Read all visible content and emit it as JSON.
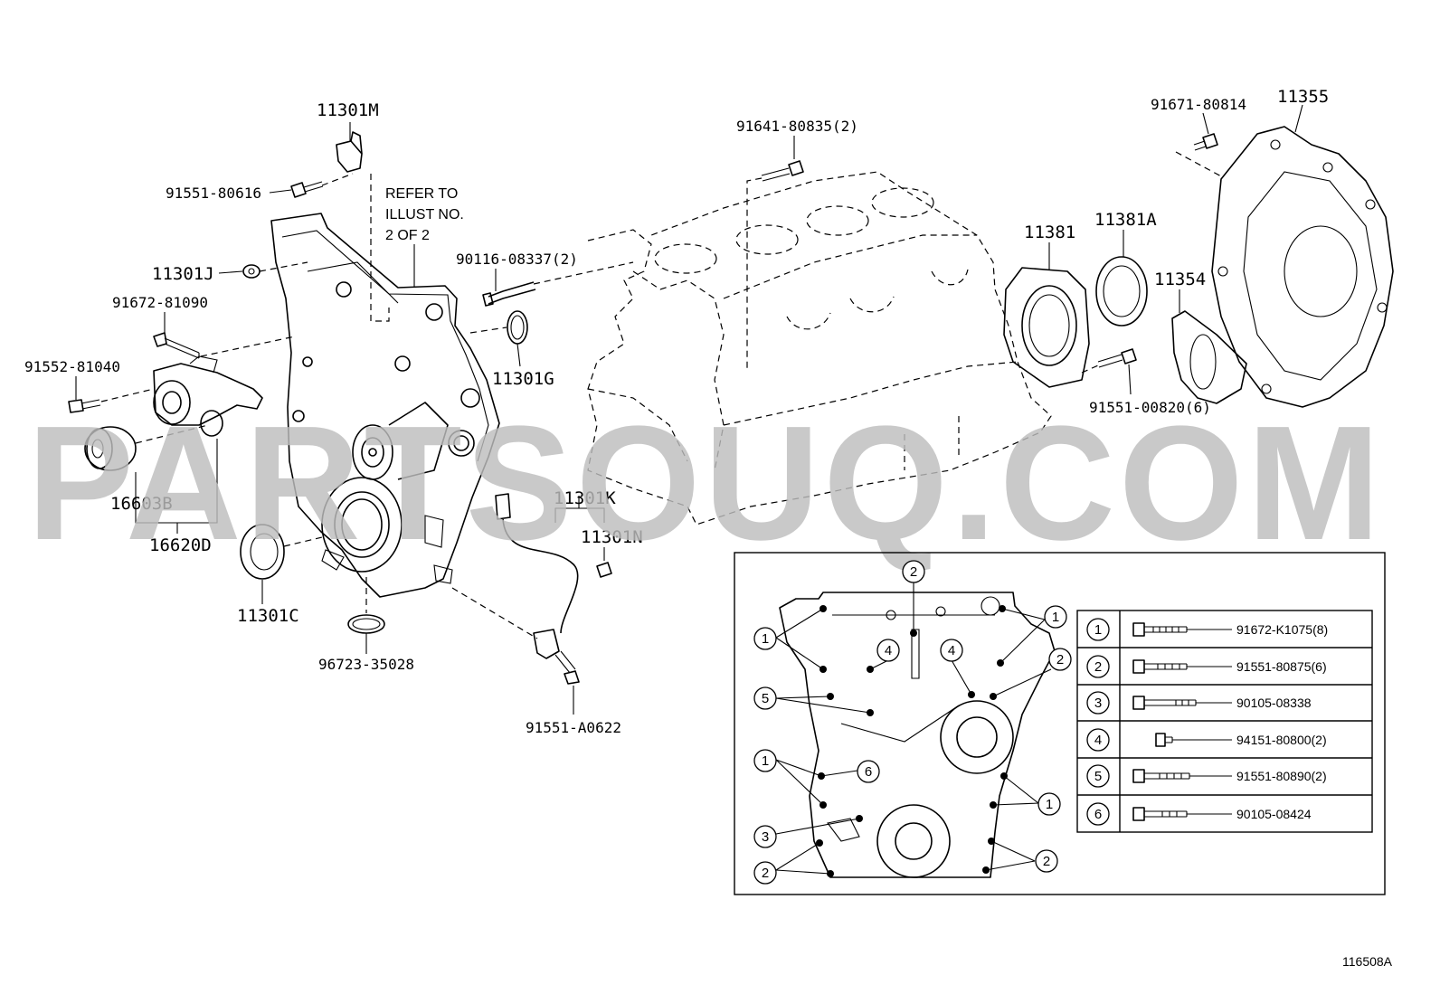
{
  "labels": {
    "p11301M": "11301M",
    "p91551_80616": "91551-80616",
    "refer_note": [
      "REFER TO",
      "ILLUST NO.",
      "2 OF 2"
    ],
    "p11301J": "11301J",
    "p91672_81090": "91672-81090",
    "p91552_81040": "91552-81040",
    "p16603B": "16603B",
    "p16620D": "16620D",
    "p11301C": "11301C",
    "p96723_35028": "96723-35028",
    "p90116_08337": "90116-08337(2)",
    "p11301G": "11301G",
    "p91641_80835": "91641-80835(2)",
    "p11301K": "11301K",
    "p11301N": "11301N",
    "p91551_A0622": "91551-A0622",
    "p11381": "11381",
    "p11381A": "11381A",
    "p11354": "11354",
    "p91551_00820": "91551-00820(6)",
    "p91671_80814": "91671-80814",
    "p11355": "11355"
  },
  "watermark": "PARTSOUQ.COM",
  "bolt_table": [
    {
      "key": "1",
      "part": "91672-K1075(8)"
    },
    {
      "key": "2",
      "part": "91551-80875(6)"
    },
    {
      "key": "3",
      "part": "90105-08338"
    },
    {
      "key": "4",
      "part": "94151-80800(2)"
    },
    {
      "key": "5",
      "part": "91551-80890(2)"
    },
    {
      "key": "6",
      "part": "90105-08424"
    }
  ],
  "inset_callouts": [
    "1",
    "2",
    "3",
    "4",
    "5",
    "6"
  ],
  "illustration_id": "116508A"
}
